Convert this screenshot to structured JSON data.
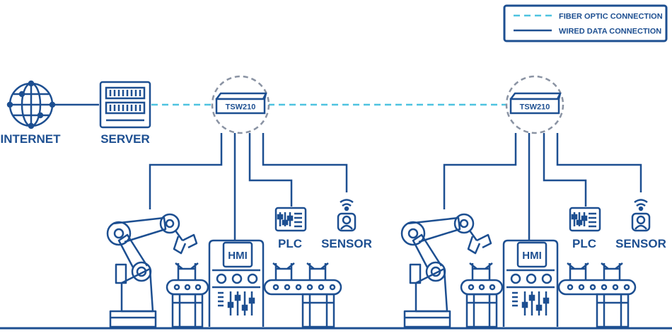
{
  "legend": {
    "fiber_label": "FIBER OPTIC CONNECTION",
    "wired_label": "WIRED DATA CONNECTION"
  },
  "nodes": {
    "internet_label": "INTERNET",
    "server_label": "SERVER"
  },
  "cells": [
    {
      "switch_label": "TSW210",
      "hmi_label": "HMI",
      "plc_label": "PLC",
      "sensor_label": "SENSOR"
    },
    {
      "switch_label": "TSW210",
      "hmi_label": "HMI",
      "plc_label": "PLC",
      "sensor_label": "SENSOR"
    }
  ],
  "colors": {
    "primary": "#1d4f91",
    "fiber": "#4ec3e0",
    "circle": "#8a93a3",
    "background": "#ffffff"
  },
  "icons": [
    "globe-icon",
    "server-icon",
    "switch-icon",
    "robot-arm-icon",
    "hmi-panel-icon",
    "plc-icon",
    "sensor-icon",
    "conveyor-icon"
  ]
}
